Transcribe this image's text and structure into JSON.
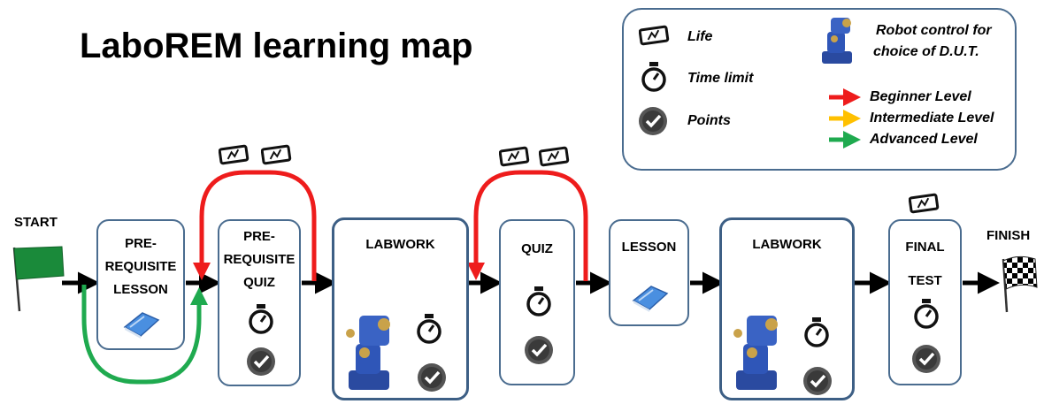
{
  "title": "LaboREM learning map",
  "legend": {
    "life": "Life",
    "time_limit": "Time limit",
    "points": "Points",
    "robot_line1": "Robot control for",
    "robot_line2": "choice of D.U.T.",
    "beginner": "Beginner Level",
    "intermediate": "Intermediate Level",
    "advanced": "Advanced Level"
  },
  "colors": {
    "beginner": "#ee1c1c",
    "intermediate": "#ffc000",
    "advanced": "#1faa4f",
    "border": "#4a6c8f"
  },
  "start_label": "START",
  "finish_label": "FINISH",
  "steps": {
    "prereq_lesson": [
      "PRE-",
      "REQUISITE",
      "LESSON"
    ],
    "prereq_quiz": [
      "PRE-",
      "REQUISITE",
      "QUIZ"
    ],
    "labwork1": "LABWORK",
    "quiz": "QUIZ",
    "lesson": "LESSON",
    "labwork2": "LABWORK",
    "final_test": [
      "FINAL",
      "TEST"
    ]
  }
}
